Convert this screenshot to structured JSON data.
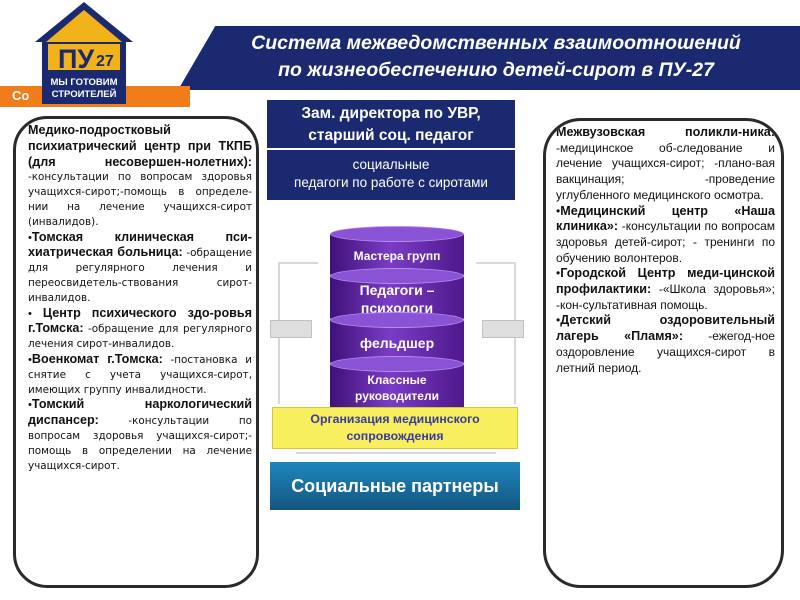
{
  "logo": {
    "mark": "ПУ",
    "number": "27",
    "slogan_line1": "МЫ ГОТОВИМ",
    "slogan_line2": "СТРОИТЕЛЕЙ"
  },
  "header": {
    "title_line1": "Система межведомственных взаимоотношений",
    "title_line2": "по жизнеобеспечению детей-сирот в ПУ-27",
    "orange_label": "Со"
  },
  "colors": {
    "navy": "#1b2a70",
    "orange": "#f07d1a",
    "purple": "#5a1fa0",
    "yellow": "#f7ef5e",
    "blue": "#1e87be"
  },
  "center": {
    "deputy_line1": "Зам. директора по УВР,",
    "deputy_line2": "старший соц. педагог",
    "social_line1": "социальные",
    "social_line2": "педагоги по работе с сиротами",
    "stack": [
      "Мастера групп",
      "Педагоги –\nпсихологи",
      "фельдшер",
      "Классные\nруководители"
    ],
    "medical_line1": "Организация медицинского",
    "medical_line2": "сопровождения",
    "partners": "Социальные партнеры"
  },
  "left_panel": [
    {
      "head": "Медико-подростковый психиатрический центр при ТКПБ (для несовершен-нолетних):",
      "body": "-консультации по вопросам здоровья учащихся-сирот;-помощь в определе-нии на лечение учащихся-сирот (инвалидов).",
      "bullet": ""
    },
    {
      "head": "Томская клиническая пси-хиатрическая больница:",
      "body": "-обращение для регулярного лечения и переосвидетель-ствования сирот-инвалидов.",
      "bullet": "•"
    },
    {
      "head": " Центр психического здо-ровья г.Томска:",
      "body": "-обращение для регулярного лечения сирот-инвалидов.",
      "bullet": "•"
    },
    {
      "head": "Военкомат г.Томска:",
      "body": "-постановка и снятие с учета учащихся-сирот, имеющих группу инвалидности.",
      "bullet": "•"
    },
    {
      "head": "Томский наркологический диспансер:",
      "body": "-консультации по вопросам здоровья учащихся-сирот;-помощь в определении на лечение учащихся-сирот.",
      "bullet": "•"
    }
  ],
  "right_panel": [
    {
      "head": "Межвузовская поликли-ника:",
      "body": "-медицинское об-следование и лечение учащихся-сирот; -плано-вая вакцинация; -проведение углубленного медицинского осмотра.",
      "bullet": ""
    },
    {
      "head": "Медицинский центр «Наша клиника»:",
      "body": "-консультации по вопросам здоровья детей-сирот; - тренинги по обучению волонтеров.",
      "bullet": "•"
    },
    {
      "head": "Городской Центр меди-цинской профилактики:",
      "body": "-«Школа здоровья»; -кон-сультативная помощь.",
      "bullet": "•"
    },
    {
      "head": "Детский оздоровительный лагерь «Пламя»:",
      "body": "-ежегод-ное оздоровление учащихся-сирот в летний период.",
      "bullet": "•"
    }
  ]
}
